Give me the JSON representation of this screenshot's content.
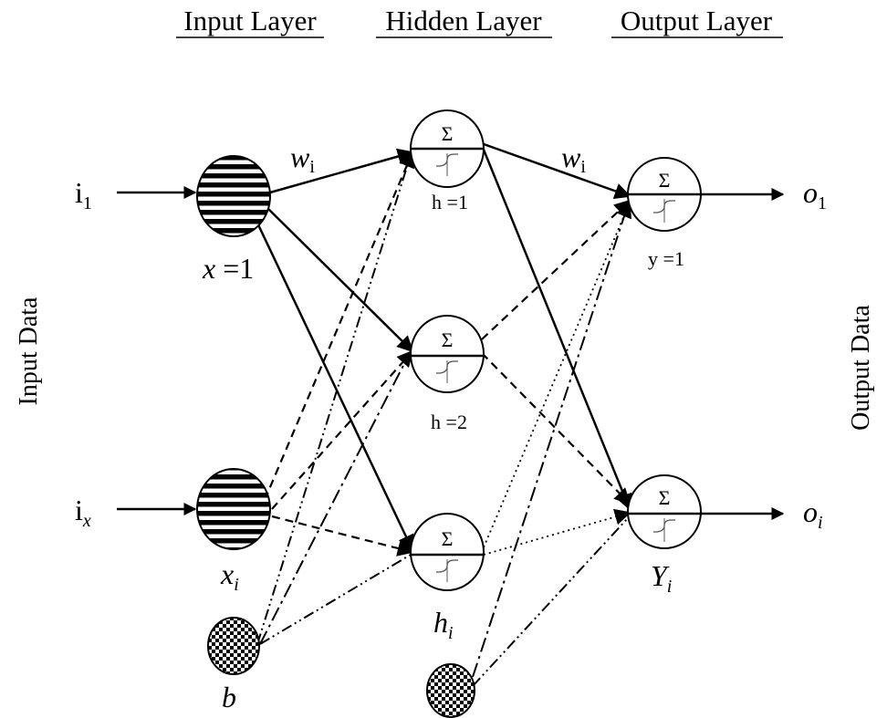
{
  "layers": {
    "input": "Input Layer",
    "hidden": "Hidden Layer",
    "output": "Output Layer"
  },
  "side_labels": {
    "left": "Input Data",
    "right": "Output Data"
  },
  "inputs": {
    "first": {
      "base": "i",
      "sub": "1"
    },
    "last": {
      "base": "i",
      "sub": "x"
    }
  },
  "input_nodes": {
    "first": {
      "var": "x",
      "eq": " =1"
    },
    "last": {
      "var": "x",
      "sub": "i"
    },
    "bias": "b"
  },
  "hidden_nodes": {
    "sum_symbol": "Σ",
    "h1": "h =1",
    "h2": "h =2",
    "hi": {
      "var": "h",
      "sub": "i"
    }
  },
  "output_nodes": {
    "sum_symbol": "Σ",
    "y1": "y =1",
    "yi": {
      "var": "Y",
      "sub": "i"
    }
  },
  "weights": {
    "input_hidden": {
      "var": "w",
      "sub": "i"
    },
    "hidden_output": {
      "var": "w",
      "sub": "i"
    }
  },
  "outputs": {
    "first": {
      "base": "o",
      "sub": "1"
    },
    "last": {
      "base": "o",
      "sub": "i"
    }
  },
  "icons": {
    "input_node": "horizontal-stripe-pattern",
    "bias_node": "checkerboard-pattern",
    "neuron_activation": "sigmoid-curve"
  }
}
